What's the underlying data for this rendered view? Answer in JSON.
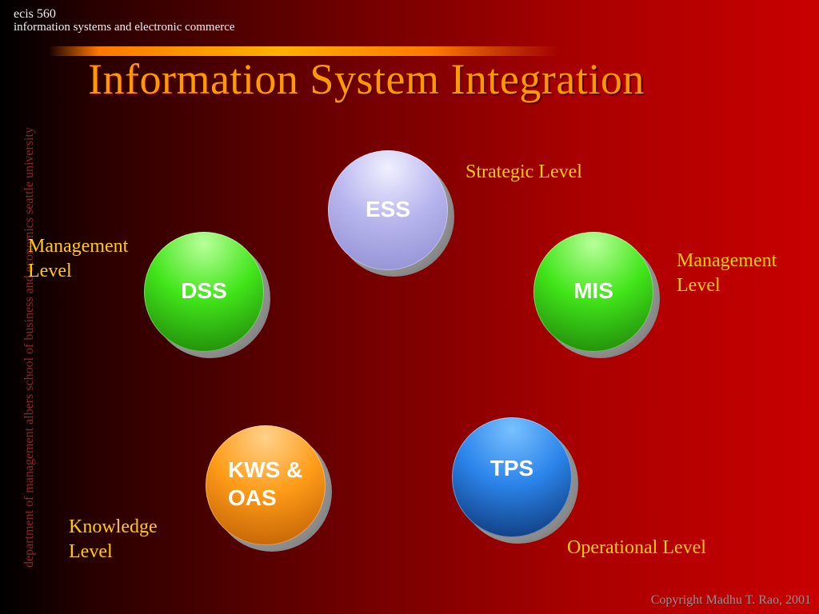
{
  "header": {
    "course_code": "ecis 560",
    "course_name": "information systems and electronic commerce"
  },
  "sidebar": {
    "vertical_text": "department of management  albers school of business and economics  seattle university"
  },
  "slide": {
    "title": "Information System Integration",
    "copyright": "Copyright Madhu T. Rao, 2001"
  },
  "nodes": {
    "ess": "ESS",
    "mis": "MIS",
    "dss": "DSS",
    "kws_line1": "KWS &",
    "kws_line2": "OAS",
    "tps": "TPS"
  },
  "labels": {
    "strategic": "Strategic Level",
    "management_left_line1": "Management",
    "management_left_line2": "Level",
    "management_right_line1": "Management",
    "management_right_line2": "Level",
    "knowledge_line1": "Knowledge",
    "knowledge_line2": "Level",
    "operational": "Operational Level"
  },
  "colors": {
    "title": "#ff9900",
    "labels": "#ffcc00",
    "background_left": "#000000",
    "background_right": "#c80000"
  }
}
